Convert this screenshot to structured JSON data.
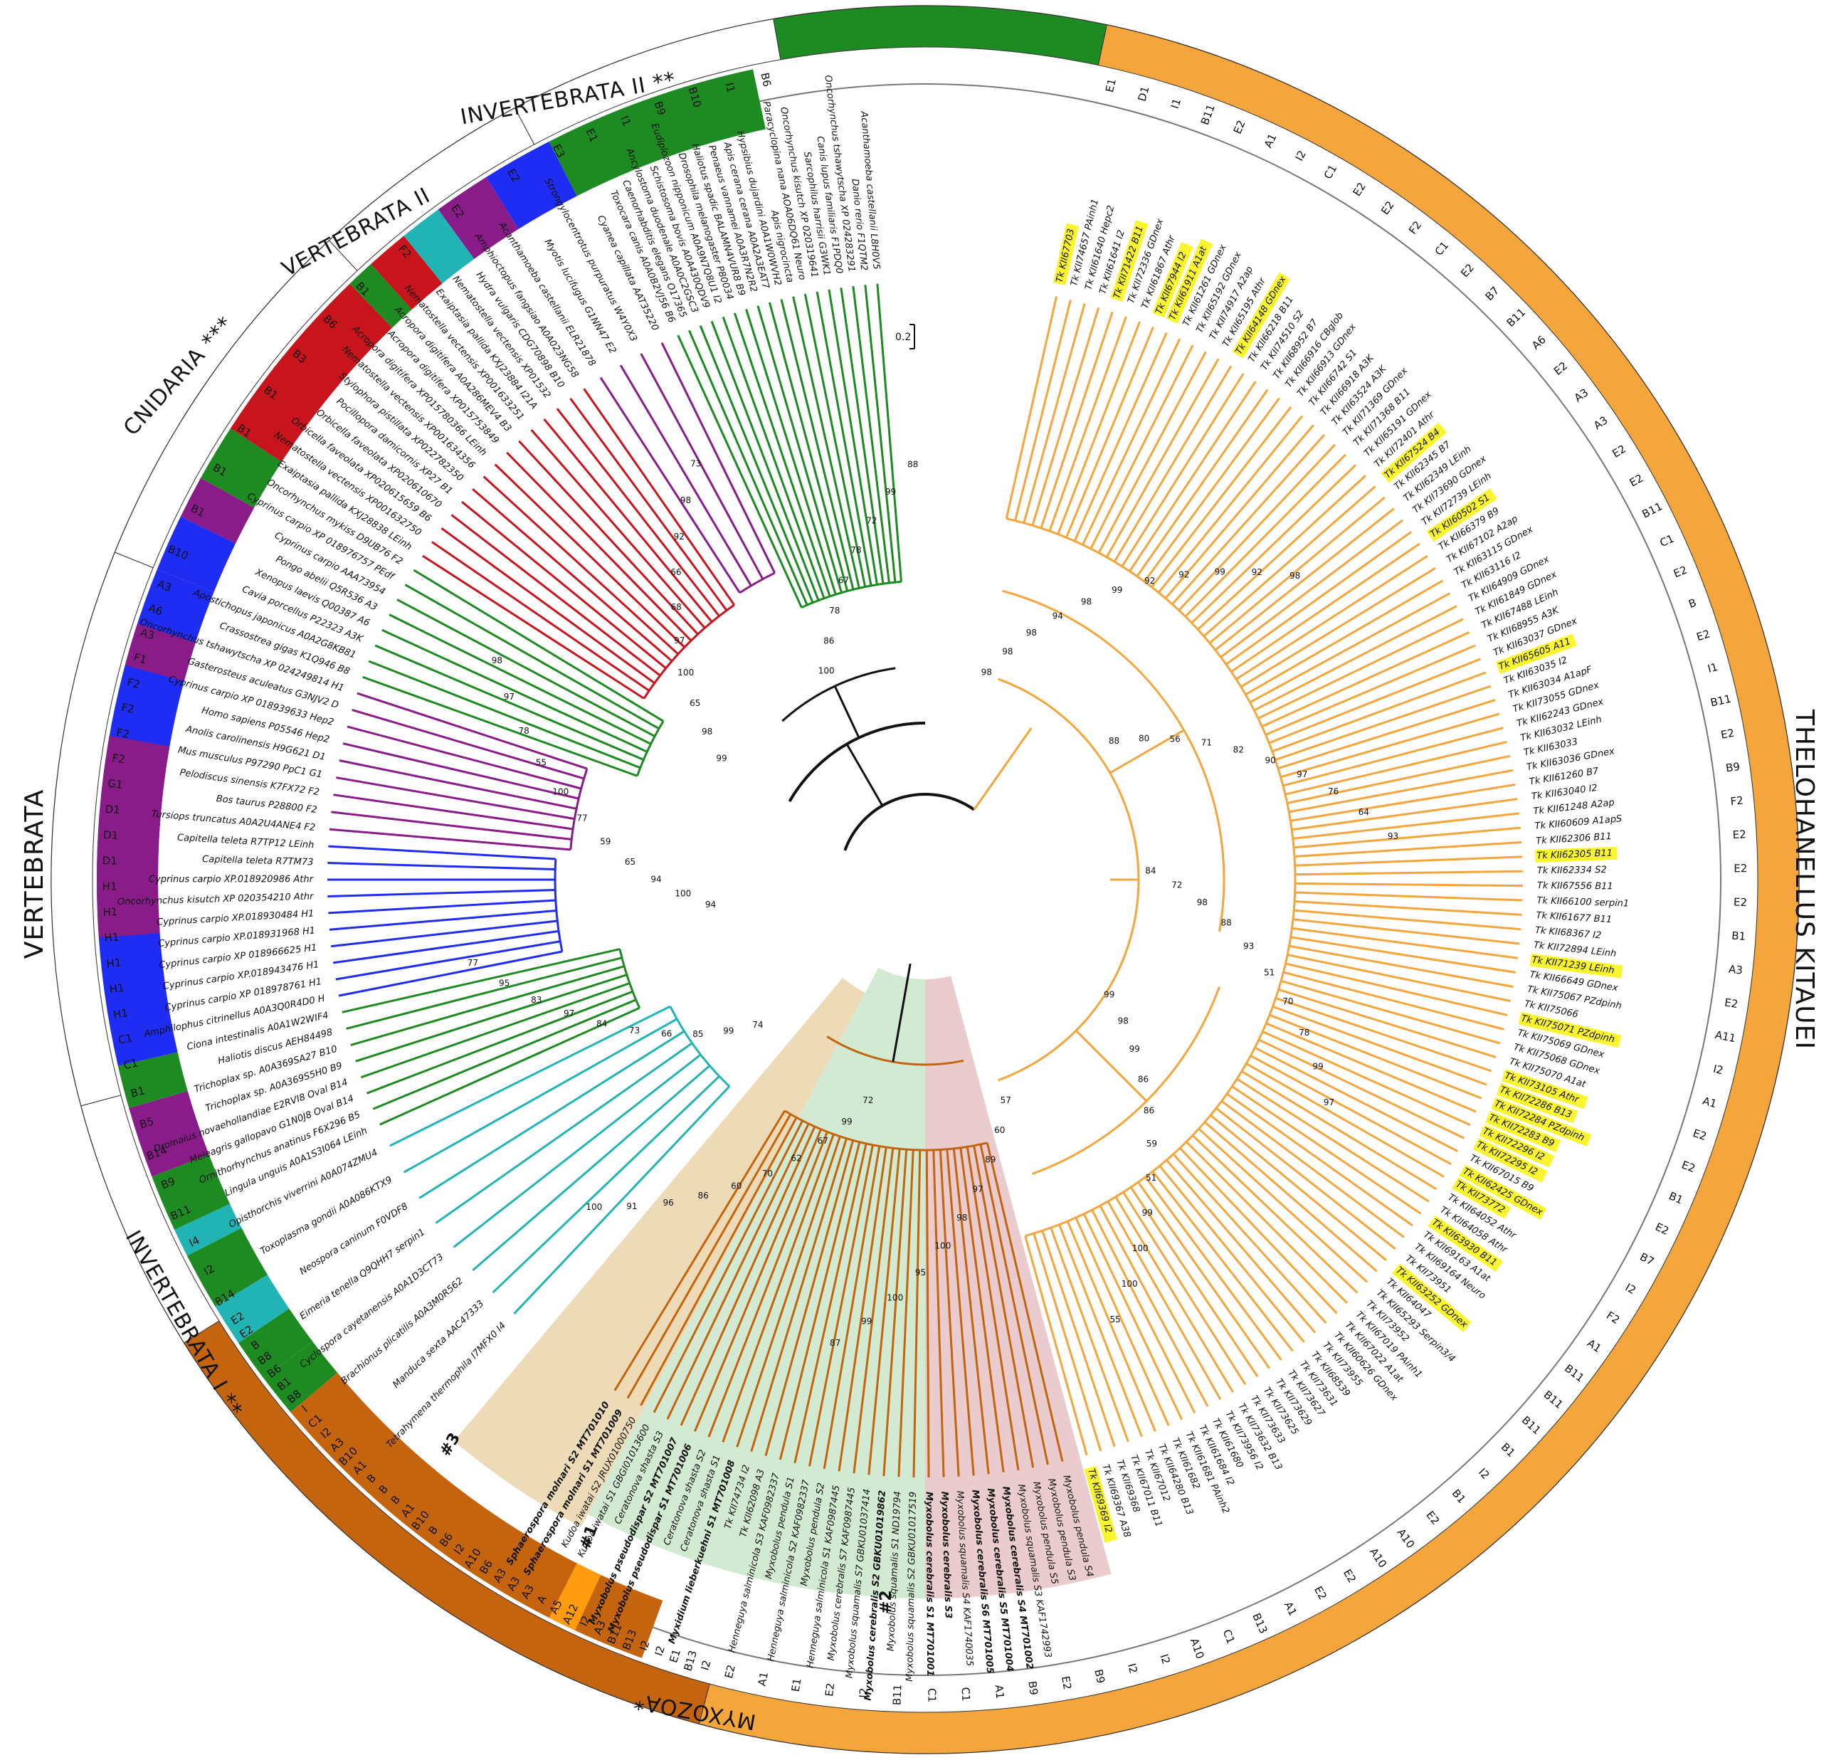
{
  "colors": {
    "green": "#1e8a22",
    "blue": "#1f2cf2",
    "purple": "#8a1c8a",
    "red": "#c8141c",
    "cyan": "#22b3b5",
    "orange": "#f4a53c",
    "brown": "#c4640e",
    "brown_light": "#ff9b0f",
    "black": "#111111",
    "highlight": "#fbf52f",
    "shade1": "#ecd9b3",
    "shade2": "#cfe9cf",
    "shade3": "#e9c9cc"
  },
  "scale_bar": "0.2",
  "group_tags": [
    "#1",
    "#2",
    "#3"
  ],
  "clades": {
    "thelohanellus": "THELOHANELLUS KITAUEI",
    "invertebrata2": "INVERTEBRATA II **",
    "vertebrata2": "VERTEBRATA II",
    "cnidaria": "CNIDARIA ***",
    "vertebrata": "VERTEBRATA",
    "invertebrata1": "INVERTEBRATA I **",
    "myxozoa": "MYXOZOA*"
  },
  "segment_labels_thelohanellus": [
    "E1",
    "D1",
    "I1",
    "B11",
    "E2",
    "A1",
    "I2",
    "C1",
    "E2",
    "E2",
    "F2",
    "C1",
    "E2",
    "B7",
    "B11",
    "A6",
    "E2",
    "A3",
    "A3",
    "E2",
    "E2",
    "B11",
    "C1",
    "E2",
    "B",
    "E2",
    "I1",
    "B11",
    "E2",
    "B9",
    "F2",
    "E2",
    "E2",
    "E2",
    "B1",
    "A3",
    "E2",
    "A11",
    "I2",
    "A1",
    "E2",
    "E2",
    "B1",
    "E2",
    "B7",
    "I2",
    "F2",
    "A1",
    "B11",
    "B11",
    "B11",
    "B1",
    "I2",
    "B1",
    "E2",
    "A10",
    "A10",
    "E2",
    "E2",
    "A1",
    "B13",
    "C1",
    "A10",
    "I2",
    "I2",
    "B9",
    "E2",
    "B9",
    "A1",
    "C1",
    "C1",
    "B11",
    "I2",
    "E2",
    "E1",
    "A1",
    "E2"
  ],
  "segment_labels_myxozoa": [
    "I2",
    "B13",
    "E1",
    "I2",
    "I2",
    "B13",
    "B11",
    "A3",
    "I2",
    "A12",
    "A5",
    "A",
    "A3",
    "A3",
    "A3",
    "B6",
    "A10",
    "I2",
    "B6",
    "B",
    "B10",
    "A1",
    "B",
    "B",
    "B",
    "A1",
    "B10",
    "A3",
    "I2",
    "C1",
    "I",
    "B8",
    "B1",
    "B6",
    "B8",
    "B",
    "E2",
    "E2"
  ],
  "segment_labels_invert1": [
    "B14",
    "I2",
    "I4",
    "B11",
    "B9",
    "B14",
    "B5",
    "B1"
  ],
  "segment_labels_vertebrata": [
    "C1",
    "C1",
    "H1",
    "H1",
    "H1",
    "H1",
    "H1",
    "H1",
    "D1",
    "D1",
    "D1",
    "G1",
    "F2",
    "F2",
    "F2",
    "F2",
    "F1",
    "A3",
    "A6",
    "A3"
  ],
  "segment_labels_cnidaria": [
    "B10",
    "B1",
    "B1",
    "B1",
    "B1",
    "B3",
    "B6",
    "B1"
  ],
  "segment_labels_vertebrata2": [
    "F2",
    "E2",
    "E2"
  ],
  "segment_labels_invertebrata2": [
    "E3",
    "E1",
    "I1",
    "B9",
    "B10",
    "I1",
    "B6"
  ],
  "leaves_thelohanellus": [
    "Tk KII67703",
    "Tk KII74657 PAinh1",
    "Tk KII61640 Hepc2",
    "Tk KII61641 I2",
    "Tk KII71422 B11",
    "Tk KII72336 GDnex",
    "Tk KII61867 Athr",
    "Tk KII67944 I2",
    "Tk KII61911 A1at",
    "Tk KII61261 GDnex",
    "Tk KII65192 GDnex",
    "Tk KII74917 A2ap",
    "Tk KII65195 Athr",
    "Tk KII64148 GDnex",
    "Tk KII66218 B11",
    "Tk KII74510 S2",
    "Tk KII68952 B7",
    "Tk KII66916 CBglob",
    "Tk KII66913 GDnex",
    "Tk KII66742 S1",
    "Tk KII66918 A3K",
    "Tk KII63524 A3K",
    "Tk KII71369 GDnex",
    "Tk KII71368 B11",
    "Tk KII65191 GDnex",
    "Tk KII72401 Athr",
    "Tk KII67524 B4",
    "Tk KII62345 B7",
    "Tk KII62349 LEinh",
    "Tk KII73690 GDnex",
    "Tk KII72739 LEinh",
    "Tk KII60502 S1",
    "Tk KII66379 B9",
    "Tk KII67102 A2ap",
    "Tk KII63115 GDnex",
    "Tk KII63116 I2",
    "Tk KII64909 GDnex",
    "Tk KII61849 GDnex",
    "Tk KII67488 LEinh",
    "Tk KII68955 A3K",
    "Tk KII63037 GDnex",
    "Tk KII65605 A11",
    "Tk KII63035 I2",
    "Tk KII63034 A1apF",
    "Tk KII73055 GDnex",
    "Tk KII62243 GDnex",
    "Tk KII63032 LEinh",
    "Tk KII63033",
    "Tk KII63036 GDnex",
    "Tk KII61260 B7",
    "Tk KII63040 I2",
    "Tk KII61248 A2ap",
    "Tk KII60609 A1apS",
    "Tk KII62306 B11",
    "Tk KII62305 B11",
    "Tk KII62334 S2",
    "Tk KII67556 B11",
    "Tk KII66100 serpin1",
    "Tk KII61677 B11",
    "Tk KII68367 I2",
    "Tk KII72894 LEinh",
    "Tk KII71239 LEinh",
    "Tk KII66649 GDnex",
    "Tk KII75067 PZdpinh",
    "Tk KII75066",
    "Tk KII75071 PZdpinh",
    "Tk KII75069 GDnex",
    "Tk KII75068 GDnex",
    "Tk KII75070 A1at",
    "Tk KII73105 Athr",
    "Tk KII72286 B13",
    "Tk KII72284 PZdpinh",
    "Tk KII72283 B9",
    "Tk KII72296 I2",
    "Tk KII72295 I2",
    "Tk KII67015 B9",
    "Tk KII62425 GDnex",
    "Tk KII73772",
    "Tk KII64052 Athr",
    "Tk KII64058 Athr",
    "Tk KII63930 B11",
    "Tk KII69163 A1at",
    "Tk KII69164 Neuro",
    "Tk KII73951",
    "Tk KII63252 GDnex",
    "Tk KII64047",
    "Tk KII65293 Serpin3/4",
    "Tk KII73952",
    "Tk KII67019 PAinh1",
    "Tk KII67022 A1at",
    "Tk KII60626 GDnex",
    "Tk KII73955",
    "Tk KII68539",
    "Tk KII73631",
    "Tk KII73627",
    "Tk KII73629",
    "Tk KII73625",
    "Tk KII73633",
    "Tk KII73632 B13",
    "Tk KII73956 I2",
    "Tk KII61680",
    "Tk KII61684 I2",
    "Tk KII61681 PAinh2",
    "Tk KII61682",
    "Tk KII64280 B13",
    "Tk KII67012",
    "Tk KII67011 B11",
    "Tk KII69368",
    "Tk KII69367 A38",
    "Tk KII69369 I2"
  ],
  "leaves_myxozoa": [
    "Myxobolus pendula S4",
    "Myxobolus pendula S3",
    "Myxobolus pendula S5",
    "Myxobolus squamalis S3 KAF1742993",
    "Myxobolus cerebralis S4 MT701002",
    "Myxobolus cerebralis S5 MT701004",
    "Myxobolus cerebralis S6 MT701005",
    "Myxobolus squamalis S4 KAF1740035",
    "Myxobolus cerebralis S3",
    "Myxobolus cerebralis S1 MT701001",
    "Myxobolus squamalis S2 GBKU01017519",
    "Myxobolus squamalis S1 ND19794",
    "Myxobolus cerebralis S2 GBKU01019862",
    "Myxobolus squamalis S7 GBKU01037414",
    "Myxobolus cerebralis S7 KAF0987445",
    "Henneguya salminicola S1 KAF0987445",
    "Myxobolus pendula S2",
    "Henneguya salminicola S2 KAF0982337",
    "Myxobolus pendula S1",
    "Henneguya salminicola S3 KAF0982337",
    "Tk KII62098 A3",
    "Tk KII74734 I2",
    "Myxidium lieberkuehni S1 MT701008",
    "Ceratonova shasta S1",
    "Ceratonova shasta S2",
    "Myxobolus pseudodispar S1 MT701006",
    "Myxobolus pseudodispar S2 MT701007",
    "Ceratonova shasta S3",
    "Kudoa iwatai S1 GBGI01013600",
    "Kudoa iwatai S2 JRUX01000750",
    "Sphaerospora molnari S1 MT701009",
    "Sphaerospora molnari S2 MT701010"
  ],
  "leaves_left": [
    "Toxocara canis A0A0B2VJ56 B6",
    "Caenorhabditis elegans O17365",
    "Ancylostoma duodenale A0A0C2GSC3",
    "Schistosoma bovis A0A430QDV9",
    "Eudiplozoon nipponicum A0A9N7Q8U1 I2",
    "Drosophila melanogaster P80034",
    "Haliotus spadic BALAMN4VUR8 B9",
    "Penaeus vannamei A0A3R7N2R2",
    "Apis cerana cerana A0A2A3EAT7",
    "Hypsibius dujardini A0A1W0WVH2",
    "Apis nigrocincta",
    "Paracyclopina nana AOA06DQ61 Neuro",
    "Oncorhynchus kisutch XP 020319641",
    "Sarcophilus harrisii G3WK1",
    "Canis lupus familiaris F1PDQ0",
    "Oncorhynchus tshawytscha XP 024283291",
    "Danio rerio F1QTM2",
    "Acanthamoeba castellanii L8H0V5",
    "Acanthamoeba castellanii ELR21878",
    "Myotis lucifugus G1NN47 E2",
    "Strongylocentrotus purpuratus W4Y0X3",
    "Cyanea capillata AAT35220",
    "Exaiptasia pallida KXJ28838 LEinh",
    "Nematostella vectensis XP001632750",
    "Orbicella faveolata XP020615659 B6",
    "Orbicella faveolata XP020610670",
    "Pocillopora damicornis XP27 B1",
    "Stylophora pistillata XP022782350",
    "Nematostella vectensis XP001634356",
    "Acropora digitifera XP015780366 LEinh",
    "Acropora digitifera XP015753849",
    "Acropora digitifera A0A286MEV4 B3",
    "Nematostella vectensis XP001633251",
    "Exaiptasia pallida KXJ23884 I21A",
    "Nematostella vectensis XP01532",
    "Hydra vulgaris CDG70898 B10",
    "Amphioctopus fangsiao A0A023NG58",
    "Crassostrea gigas K1Q946 B8",
    "Apostichopus japonicus A0A2G8KB81",
    "Cavia porcellus P22323 A3K",
    "Xenopus laevis Q00387 A6",
    "Pongo abelii Q5R536 A3",
    "Cyprinus carpio AAA73954",
    "Cyprinus carpio XP 018976757 PEdf",
    "Oncorhynchus mykiss D9UB76 F2",
    "Tursiops truncatus A0A2U4ANE4 F2",
    "Bos taurus P28800 F2",
    "Pelodiscus sinensis K7FX72 F2",
    "Mus musculus P97290 PpC1 G1",
    "Anolis carolinensis H9G621 D1",
    "Homo sapiens P05546 Hep2",
    "Cyprinus carpio XP 018939633 Hep2",
    "Gasterosteus aculeatus G3NJV2 D",
    "Oncorhynchus tshawytscha XP 024249814 H1",
    "Amphilophus citrinellus A0A3Q0R4D0 H",
    "Cyprinus carpio XP 018978761 H1",
    "Cyprinus carpio XP.018943476 H1",
    "Cyprinus carpio XP 018966625 H1",
    "Cyprinus carpio XP.018931968 H1",
    "Cyprinus carpio XP.018930484 H1",
    "Oncorhynchus kisutch XP 020354210 Athr",
    "Cyprinus carpio XP.018920986 Athr",
    "Capitella teleta R7TM73",
    "Capitella teleta R7TP12 LEinh",
    "Lingula unguis A0A1S3I064 LEinh",
    "Ornithorhynchus anatinus F6X296 B5",
    "Meleagris gallopavo G1N0J8 Oval B14",
    "Dromaius novaehollandiae E2RVI8 Oval B14",
    "Trichoplax sp. A0A369S5H0 B9",
    "Trichoplax sp. A0A369SA27 B10",
    "Haliotis discus AEH84498",
    "Ciona intestinalis A0A1W2WIF4",
    "Tetrahymena thermophila I7MFX0 I4",
    "Manduca sexta AAC47333",
    "Brachionus plicatilis A0A3M0R562",
    "Cyclospora cayetanensis A0A1D3CT73",
    "Eimeria tenella Q9QHH7 serpin1",
    "Neospora caninum F0VDF8",
    "Toxoplasma gondii A0A086KTX9",
    "Opisthorchis viverrini A0A074ZMU4"
  ],
  "support_values": [
    "98",
    "98",
    "98",
    "94",
    "98",
    "99",
    "92",
    "92",
    "99",
    "92",
    "98",
    "88",
    "80",
    "56",
    "71",
    "82",
    "90",
    "97",
    "76",
    "64",
    "93",
    "84",
    "72",
    "98",
    "88",
    "93",
    "51",
    "70",
    "78",
    "99",
    "97",
    "99",
    "98",
    "99",
    "86",
    "86",
    "59",
    "51",
    "99",
    "100",
    "100",
    "55",
    "57",
    "60",
    "89",
    "97",
    "98",
    "100",
    "95",
    "100",
    "99",
    "87",
    "72",
    "99",
    "67",
    "62",
    "70",
    "60",
    "86",
    "96",
    "91",
    "100",
    "74",
    "99",
    "85",
    "66",
    "73",
    "84",
    "97",
    "83",
    "95",
    "77",
    "94",
    "100",
    "94",
    "65",
    "59",
    "77",
    "100",
    "55",
    "78",
    "97",
    "98",
    "99",
    "98",
    "65",
    "100",
    "97",
    "68",
    "66",
    "92",
    "98",
    "73",
    "100",
    "86",
    "78",
    "67",
    "78",
    "72",
    "99",
    "88"
  ]
}
